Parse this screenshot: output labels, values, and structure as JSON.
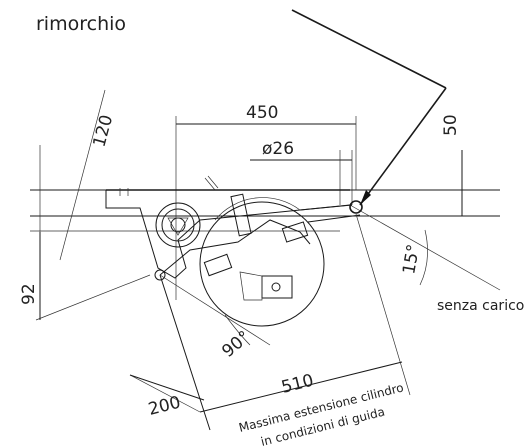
{
  "title": "rimorchio",
  "dimensions": {
    "d450": "450",
    "d26": "ø26",
    "d120": "120",
    "d50": "50",
    "d92": "92",
    "d15deg": "15°",
    "d90deg": "90°",
    "d510": "510",
    "d200": "200"
  },
  "labels": {
    "senza_carico": "senza carico",
    "massima_line1": "Massima estensione cilindro",
    "massima_line2": "in condizioni di guida"
  }
}
